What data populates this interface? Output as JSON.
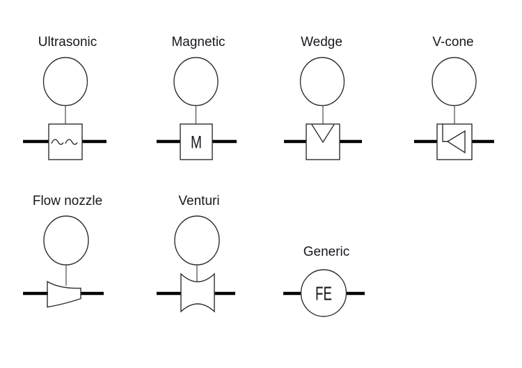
{
  "meters": {
    "ultrasonic": {
      "label": "Ultrasonic"
    },
    "magnetic": {
      "label": "Magnetic",
      "tag": "M"
    },
    "wedge": {
      "label": "Wedge"
    },
    "vcone": {
      "label": "V-cone"
    },
    "flow_nozzle": {
      "label": "Flow nozzle"
    },
    "venturi": {
      "label": "Venturi"
    },
    "generic": {
      "label": "Generic",
      "tag": "FE"
    }
  },
  "colors": {
    "pipe_line": "#000000",
    "symbol_outline": "#2e2e2e",
    "connector_line": "#4a4a4a",
    "text": "#17171e",
    "background": "#ffffff"
  }
}
